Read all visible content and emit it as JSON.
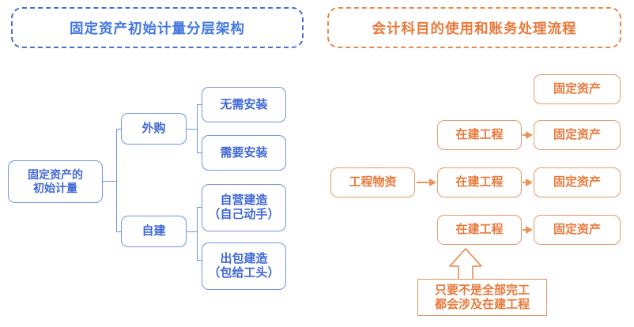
{
  "page": {
    "background": "#ffffff",
    "blue_accent": "#4169d6",
    "orange_accent": "#e8793a"
  },
  "left_panel": {
    "title": "固定资产初始计量分层架构",
    "title_color": "#4277e0",
    "root": {
      "label": "固定资产的\n初始计量",
      "line1": "固定资产的",
      "line2": "初始计量"
    },
    "branches": [
      {
        "label": "外购",
        "children": [
          {
            "label": "无需安装"
          },
          {
            "label": "需要安装"
          }
        ]
      },
      {
        "label": "自建",
        "children": [
          {
            "line1": "自营建造",
            "line2": "（自己动手）"
          },
          {
            "line1": "出包建造",
            "line2": "（包给工头）"
          }
        ]
      }
    ]
  },
  "right_panel": {
    "title": "会计科目的使用和账务处理流程",
    "title_color": "#e8793a",
    "rows": [
      {
        "id": "row-1",
        "nodes": [
          "固定资产"
        ]
      },
      {
        "id": "row-2",
        "nodes": [
          "在建工程",
          "固定资产"
        ]
      },
      {
        "id": "row-3",
        "nodes": [
          "工程物资",
          "在建工程",
          "固定资产"
        ]
      },
      {
        "id": "row-4",
        "nodes": [
          "在建工程",
          "固定资产"
        ]
      }
    ],
    "note": {
      "line1": "只要不是全部完工",
      "line2": "都会涉及在建工程"
    }
  }
}
